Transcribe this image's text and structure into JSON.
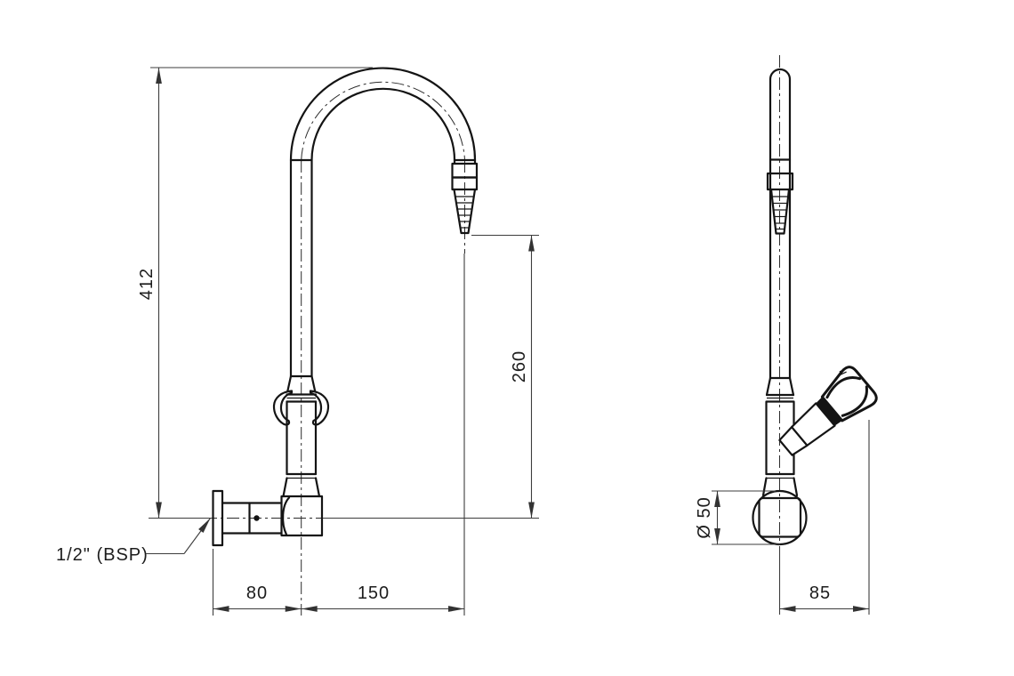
{
  "dimensions": {
    "overall_height": "412",
    "outlet_drop": "260",
    "wall_to_riser": "80",
    "riser_to_outlet": "150",
    "handle_reach": "85",
    "flange_diameter": "Ø 50",
    "inlet_thread": "1/2\" (BSP)"
  }
}
